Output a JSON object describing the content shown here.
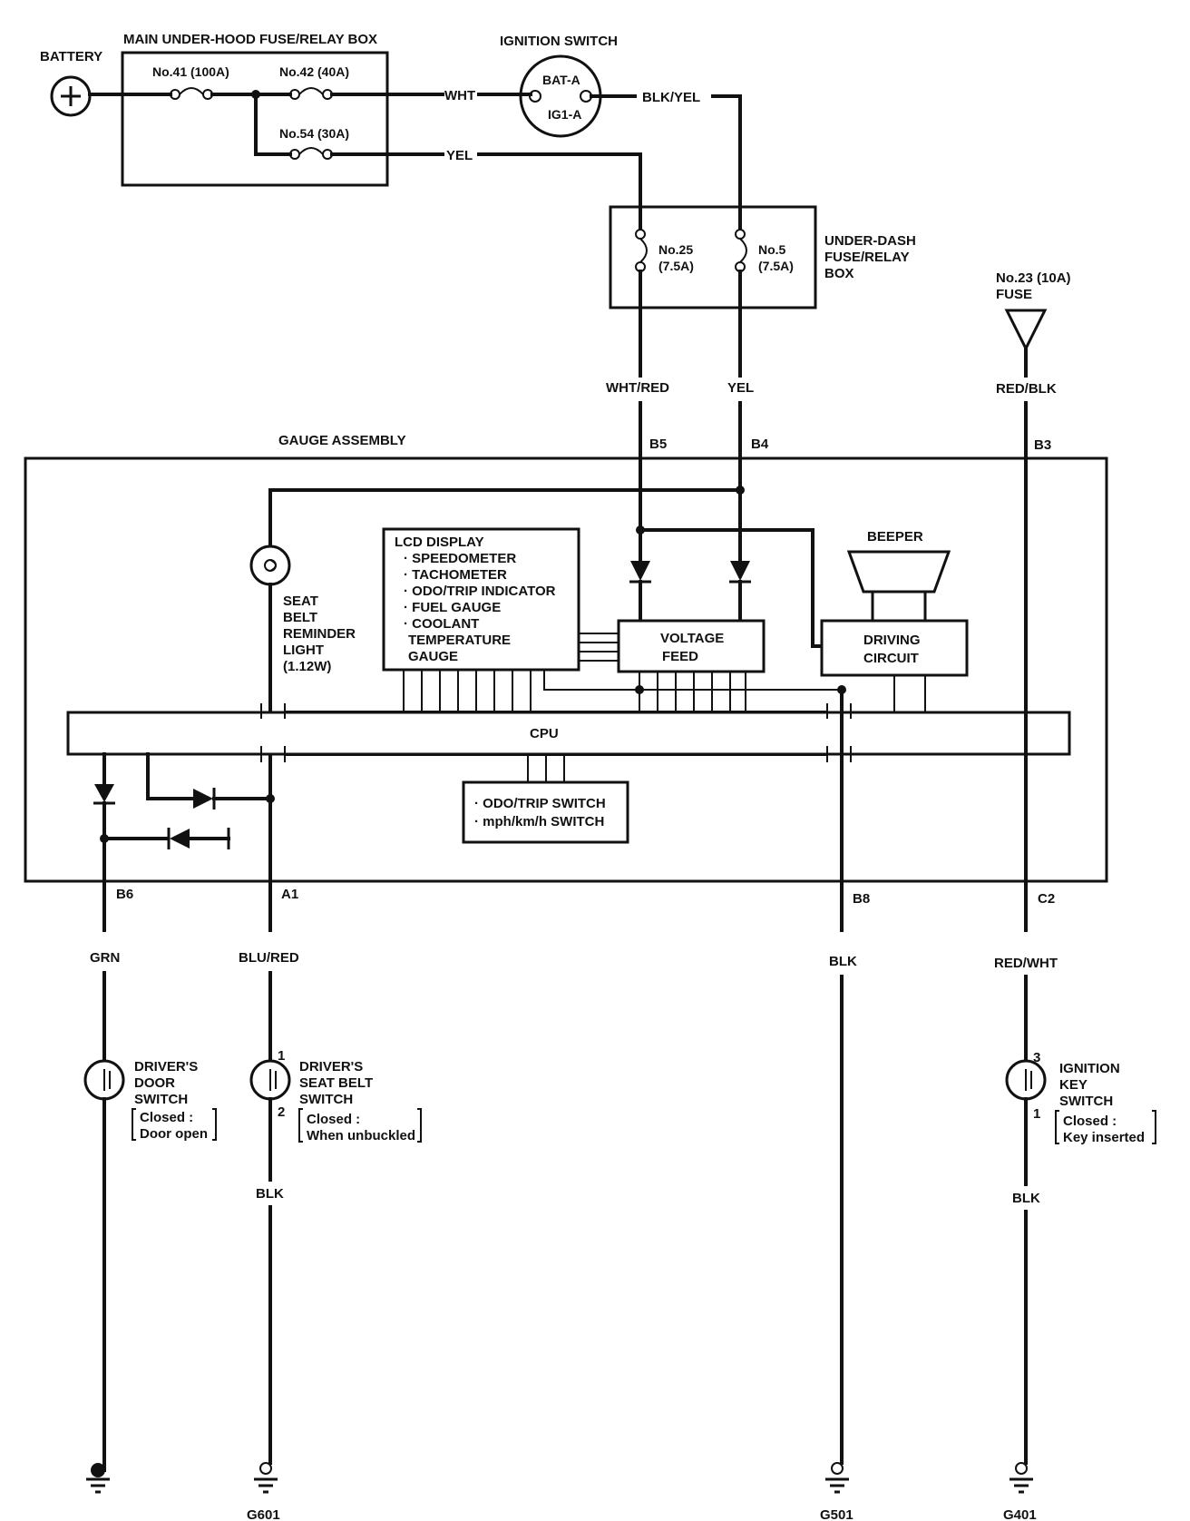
{
  "battery": {
    "label": "BATTERY"
  },
  "main_box": {
    "label": "MAIN UNDER-HOOD FUSE/RELAY BOX",
    "fuse41": "No.41 (100A)",
    "fuse42": "No.42 (40A)",
    "fuse54": "No.54 (30A)"
  },
  "ignition_switch": {
    "label": "IGNITION SWITCH",
    "bat": "BAT-A",
    "ig1": "IG1-A"
  },
  "wires": {
    "wht": "WHT",
    "blk_yel": "BLK/YEL",
    "yel_top": "YEL",
    "wht_red": "WHT/RED",
    "yel": "YEL",
    "red_blk": "RED/BLK",
    "grn": "GRN",
    "blu_red": "BLU/RED",
    "blk_b8": "BLK",
    "red_wht": "RED/WHT",
    "blk_g601": "BLK",
    "blk_g401": "BLK"
  },
  "under_dash": {
    "label_line1": "UNDER-DASH",
    "label_line2": "FUSE/RELAY",
    "label_line3": "BOX",
    "fuse25_line1": "No.25",
    "fuse25_line2": "(7.5A)",
    "fuse5_line1": "No.5",
    "fuse5_line2": "(7.5A)"
  },
  "fuse23": {
    "line1": "No.23 (10A)",
    "line2": "FUSE"
  },
  "gauge": {
    "label": "GAUGE ASSEMBLY",
    "pins": {
      "b5": "B5",
      "b4": "B4",
      "b3": "B3",
      "b6": "B6",
      "a1": "A1",
      "b8": "B8",
      "c2": "C2"
    },
    "lcd": {
      "title": "LCD DISPLAY",
      "items": [
        "· SPEEDOMETER",
        "· TACHOMETER",
        "· ODO/TRIP INDICATOR",
        "· FUEL GAUGE",
        "· COOLANT",
        "TEMPERATURE",
        "GAUGE"
      ]
    },
    "voltage_feed": {
      "line1": "VOLTAGE",
      "line2": "FEED"
    },
    "beeper": "BEEPER",
    "driving_circuit": {
      "line1": "DRIVING",
      "line2": "CIRCUIT"
    },
    "cpu": "CPU",
    "seat_belt_light": [
      "SEAT",
      "BELT",
      "REMINDER",
      "LIGHT",
      "(1.12W)"
    ],
    "switches": {
      "line1": "· ODO/TRIP SWITCH",
      "line2": "· mph/km/h SWITCH"
    }
  },
  "door_switch": {
    "line1": "DRIVER'S",
    "line2": "DOOR",
    "line3": "SWITCH",
    "note1": "Closed :",
    "note2": "Door open"
  },
  "seat_belt_switch": {
    "line1": "DRIVER'S",
    "line2": "SEAT BELT",
    "line3": "SWITCH",
    "note1": "Closed :",
    "note2": "When unbuckled",
    "pin1": "1",
    "pin2": "2"
  },
  "ignition_key_switch": {
    "line1": "IGNITION",
    "line2": "KEY",
    "line3": "SWITCH",
    "note1": "Closed :",
    "note2": "Key inserted",
    "pin3": "3",
    "pin1": "1"
  },
  "grounds": {
    "g601": "G601",
    "g501": "G501",
    "g401": "G401"
  }
}
